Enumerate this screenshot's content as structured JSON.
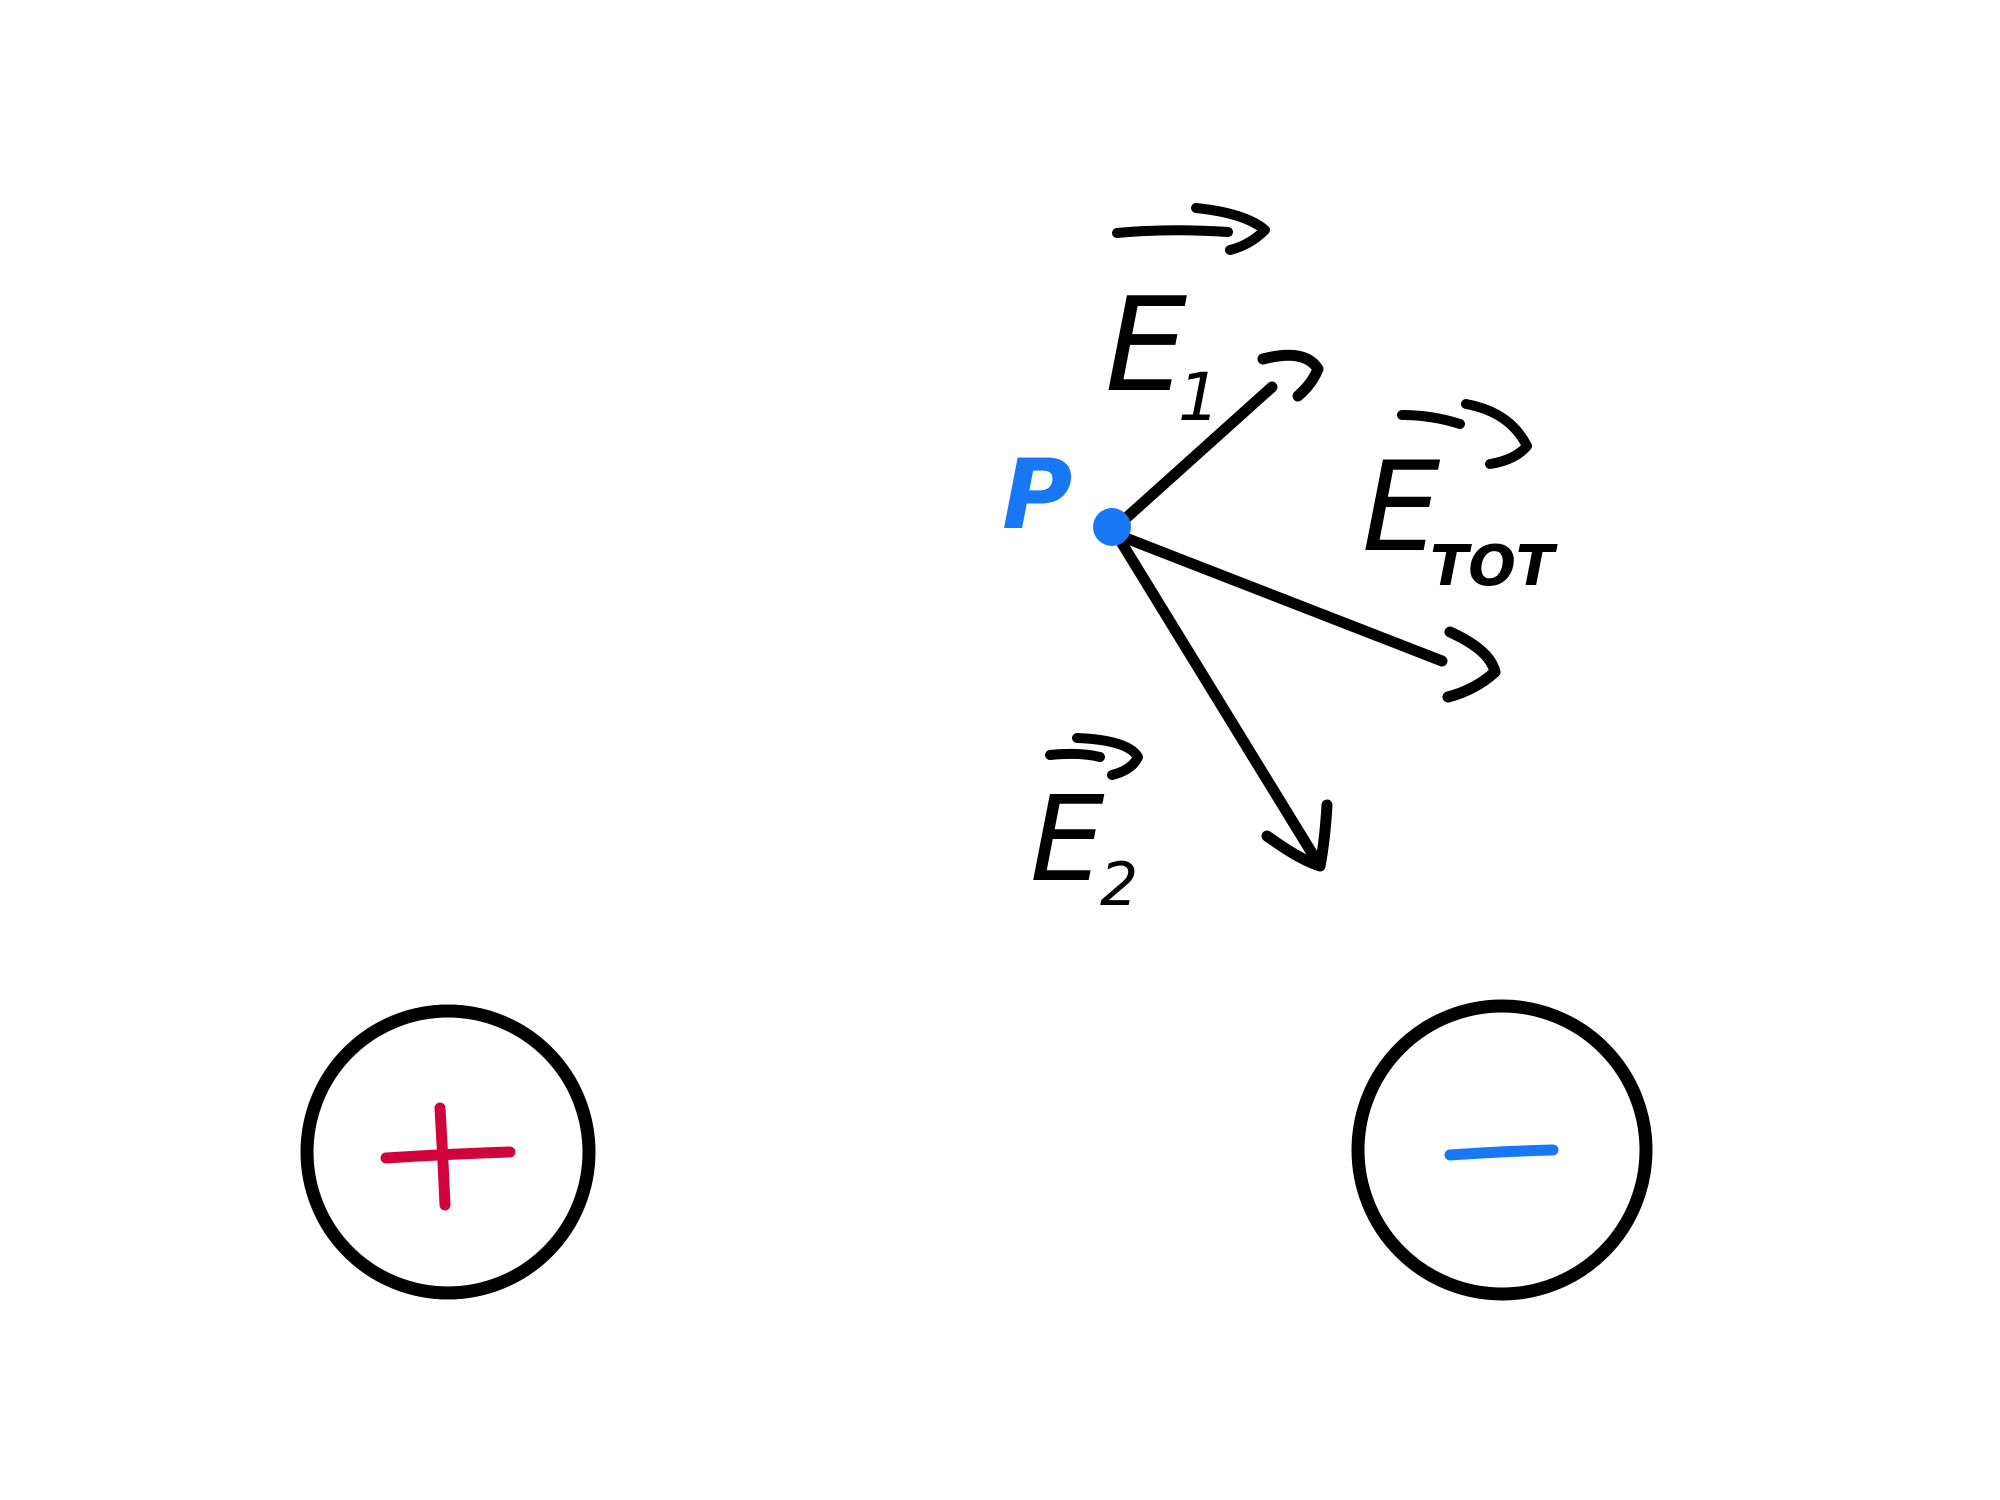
{
  "diagram": {
    "point": {
      "label": "P",
      "color": "#1877f2"
    },
    "vectors": {
      "e1": {
        "symbol": "E",
        "subscript": "1"
      },
      "e2": {
        "symbol": "E",
        "subscript": "2"
      },
      "etot": {
        "symbol": "E",
        "subscript": "TOT"
      }
    },
    "charges": {
      "positive": {
        "sign": "+",
        "color": "#d0033c"
      },
      "negative": {
        "sign": "−",
        "color": "#1877f2"
      }
    },
    "ink_color": "#000000"
  }
}
